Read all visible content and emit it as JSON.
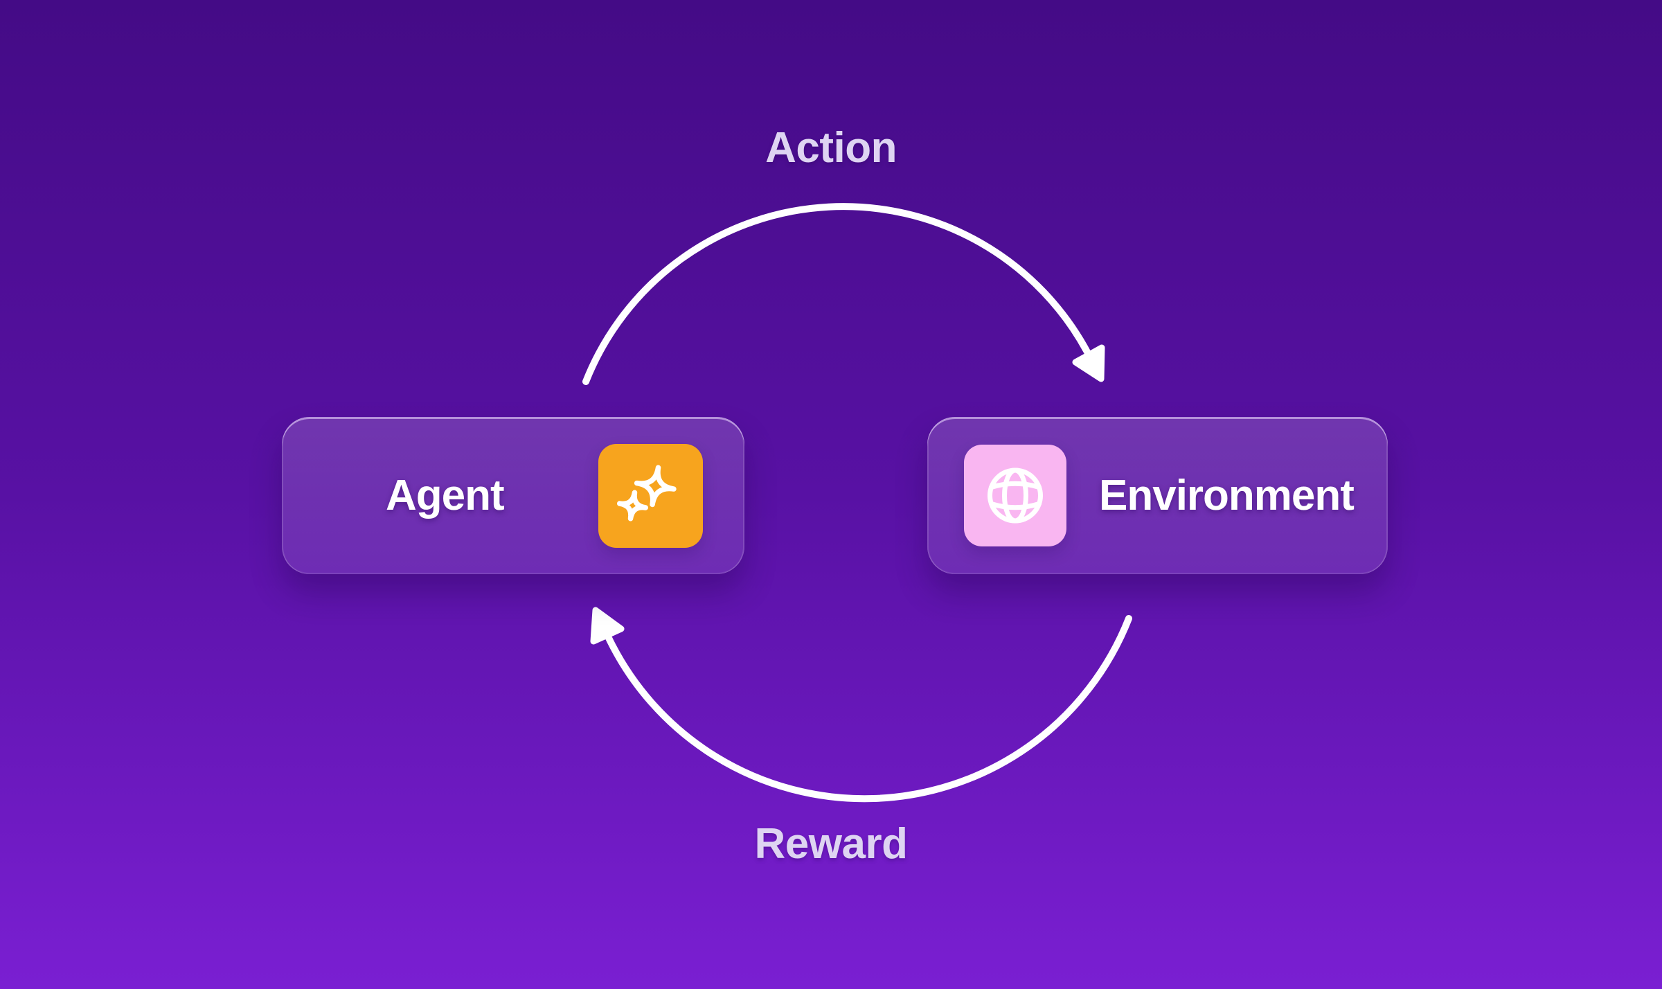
{
  "diagram": {
    "top_arrow_label": "Action",
    "bottom_arrow_label": "Reward",
    "nodes": [
      {
        "label": "Agent",
        "icon": "sparkle-icon",
        "icon_tile_color": "#F7A41E"
      },
      {
        "label": "Environment",
        "icon": "globe-icon",
        "icon_tile_color": "#F9B6F1"
      }
    ],
    "flow": "clockwise"
  },
  "colors": {
    "bg-top": "#440B86",
    "bg-mid": "#5811A4",
    "bg-bottom": "#7A1FD2",
    "arrow-white": "#FFFFFF",
    "label-lavender": "#DED4F2",
    "node-text": "#FFFFFF",
    "agent-tile": "#F7A41E",
    "env-tile": "#F9B6F1"
  }
}
